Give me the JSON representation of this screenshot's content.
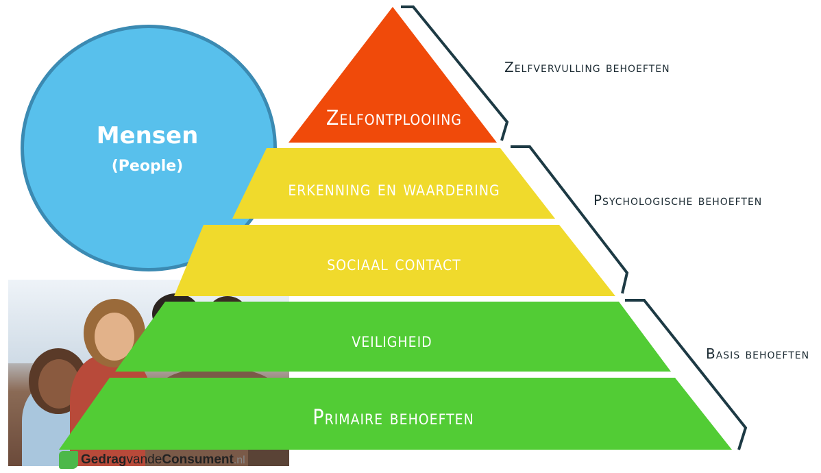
{
  "circle": {
    "title": "Mensen",
    "subtitle": "(People)"
  },
  "pyramid": {
    "levels": [
      {
        "label": "Zelfontplooiing",
        "color": "#f04a0a"
      },
      {
        "label": "erkenning en waardering",
        "color": "#f0da2c"
      },
      {
        "label": "sociaal contact",
        "color": "#f0da2c"
      },
      {
        "label": "veiligheid",
        "color": "#52cc35"
      },
      {
        "label": "Primaire behoeften",
        "color": "#52cc35"
      }
    ]
  },
  "groups": [
    {
      "label": "Zelfvervulling behoeften"
    },
    {
      "label": "Psychologische behoeften"
    },
    {
      "label": "Basis behoeften"
    }
  ],
  "logo": {
    "part1": "Gedrag",
    "part2": "vande",
    "part3": "Consument",
    "tld": ".nl"
  },
  "colors": {
    "bracket": "#1d3a44",
    "circle_fill": "#58c0ec",
    "circle_border": "#3b8ab2"
  }
}
